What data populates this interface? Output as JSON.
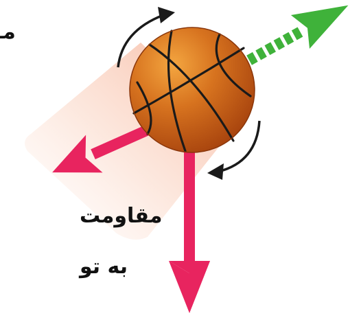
{
  "labels": {
    "top": "مـ",
    "middle": "مقاومت",
    "bottom": "به تو"
  },
  "colors": {
    "ball": "#d2691e",
    "ball_highlight": "#f4a640",
    "seams": "#1a1a1a",
    "force_arrows": "#e8245f",
    "velocity_arrow": "#3fb23a",
    "rotation_arrows": "#1a1a1a",
    "motion_trail": "#f3a98b"
  },
  "icons": {
    "ball": "basketball-icon",
    "rotation": "curved-arrow-icon"
  }
}
